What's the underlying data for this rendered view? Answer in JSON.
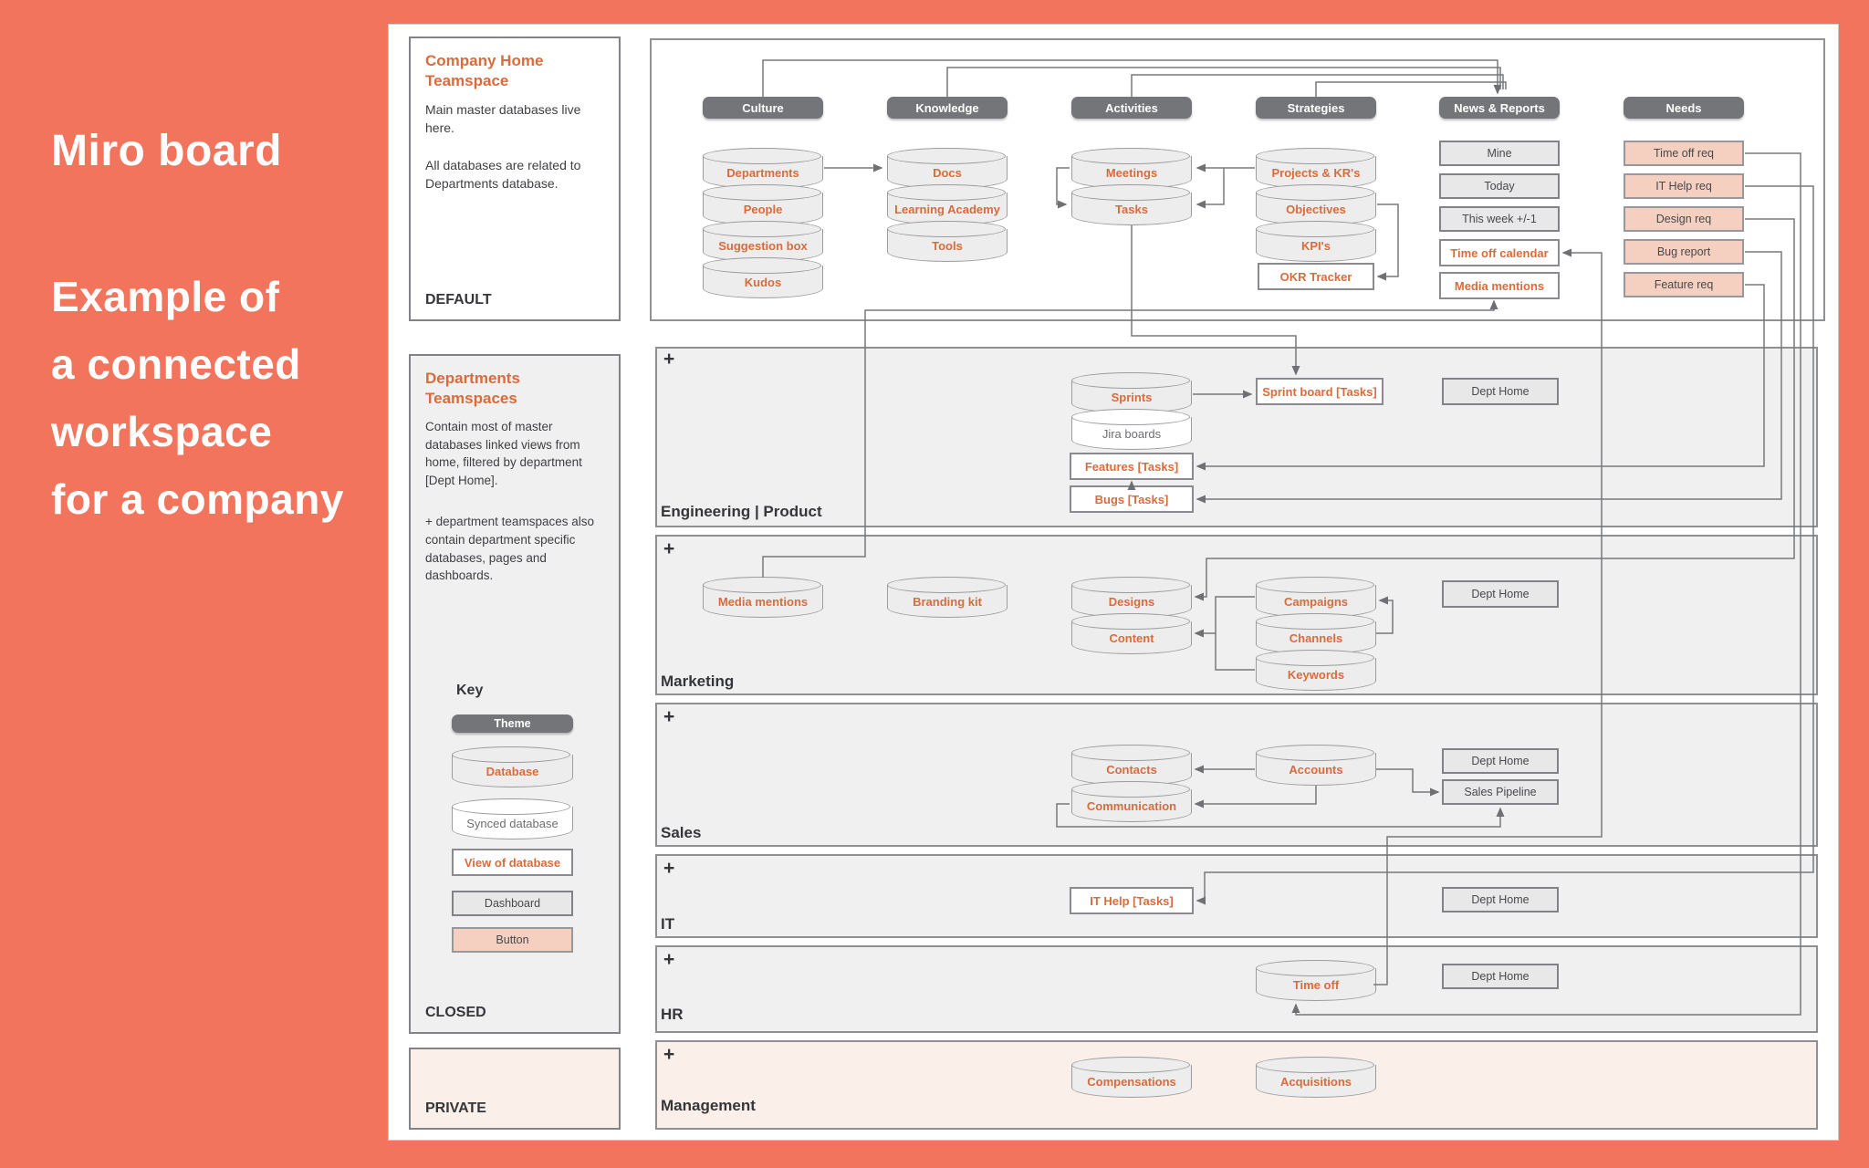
{
  "poster": {
    "title": "Miro board",
    "line1": "Example of",
    "line2": "a connected",
    "line3": "workspace",
    "line4": "for a company"
  },
  "home_panel": {
    "title": "Company Home Teamspace",
    "para1": "Main master databases live here.",
    "para2": "All databases are related to Departments database.",
    "footer": "DEFAULT"
  },
  "dept_panel": {
    "title": "Departments Teamspaces",
    "para1": "Contain most of master databases linked views from home, filtered by department [Dept Home].",
    "para2": "+ department teamspaces also contain department specific databases, pages and dashboards.",
    "key_title": "Key",
    "key": {
      "theme": "Theme",
      "database": "Database",
      "synced": "Synced database",
      "view": "View of database",
      "dashboard": "Dashboard",
      "button": "Button"
    },
    "footer": "CLOSED"
  },
  "private_panel": {
    "footer": "PRIVATE"
  },
  "themes": {
    "culture": "Culture",
    "knowledge": "Knowledge",
    "activities": "Activities",
    "strategies": "Strategies",
    "news": "News & Reports",
    "needs": "Needs"
  },
  "nodes": {
    "departments": "Departments",
    "people": "People",
    "suggestion_box": "Suggestion box",
    "kudos": "Kudos",
    "docs": "Docs",
    "learning_academy": "Learning Academy",
    "tools": "Tools",
    "meetings": "Meetings",
    "tasks": "Tasks",
    "projects_krs": "Projects & KR's",
    "objectives": "Objectives",
    "kpis": "KPI's",
    "okr_tracker": "OKR Tracker",
    "mine": "Mine",
    "today": "Today",
    "this_week": "This week +/-1",
    "time_off_calendar": "Time off calendar",
    "media_mentions_news": "Media mentions",
    "time_off_req": "Time off req",
    "it_help_req": "IT Help req",
    "design_req": "Design req",
    "bug_report": "Bug report",
    "feature_req": "Feature req",
    "sprints": "Sprints",
    "jira_boards": "Jira boards",
    "features_tasks": "Features [Tasks]",
    "bugs_tasks": "Bugs [Tasks]",
    "sprint_board": "Sprint board [Tasks]",
    "media_mentions": "Media mentions",
    "branding_kit": "Branding kit",
    "designs": "Designs",
    "content": "Content",
    "campaigns": "Campaigns",
    "channels": "Channels",
    "keywords": "Keywords",
    "contacts": "Contacts",
    "communication": "Communication",
    "accounts": "Accounts",
    "sales_pipeline": "Sales Pipeline",
    "it_help_tasks": "IT Help [Tasks]",
    "time_off": "Time off",
    "compensations": "Compensations",
    "acquisitions": "Acquisitions",
    "dept_home": "Dept Home"
  },
  "sections": {
    "plus": "+",
    "engineering": "Engineering | Product",
    "marketing": "Marketing",
    "sales": "Sales",
    "it": "IT",
    "hr": "HR",
    "management": "Management"
  },
  "colors": {
    "coral_background": "#F3745C",
    "accent_orange": "#D96B3C",
    "theme_bar_gray": "#747578",
    "section_gray": "#F0F0F1",
    "peach_background": "#FBEFE9",
    "button_fill": "#F5CFBF",
    "connector_gray": "#77787B"
  }
}
